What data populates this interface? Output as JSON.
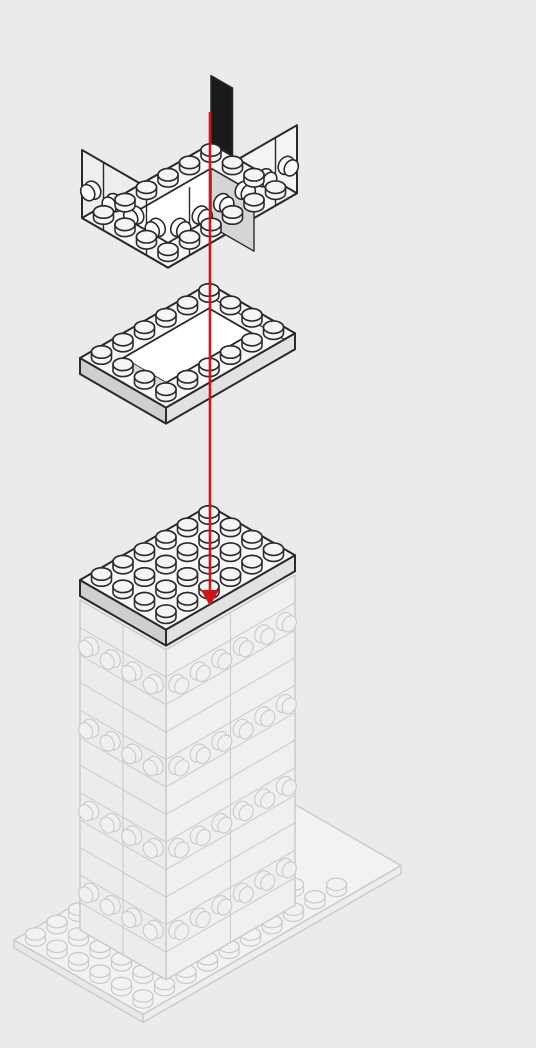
{
  "scene": {
    "background": "#ebebeb",
    "arrow_color": "#d0141a",
    "edge_color": "#2a2a2a",
    "top_face_color": "#f7f7f7",
    "front_face_color": "#e2e2e2",
    "side_face_color": "#cfcfcf",
    "ghost_color": "#c9c9c9"
  },
  "parts": [
    {
      "name": "brick-frame-4x6-with-side-studs",
      "state": "placing"
    },
    {
      "name": "plate-frame-4x6",
      "state": "placing"
    },
    {
      "name": "plate-4x6",
      "state": "placing"
    },
    {
      "name": "ghost-tower-previous-steps",
      "state": "built"
    },
    {
      "name": "ghost-base-plate",
      "state": "built"
    }
  ],
  "arrow": {
    "icon": "downward-placement-arrow"
  }
}
